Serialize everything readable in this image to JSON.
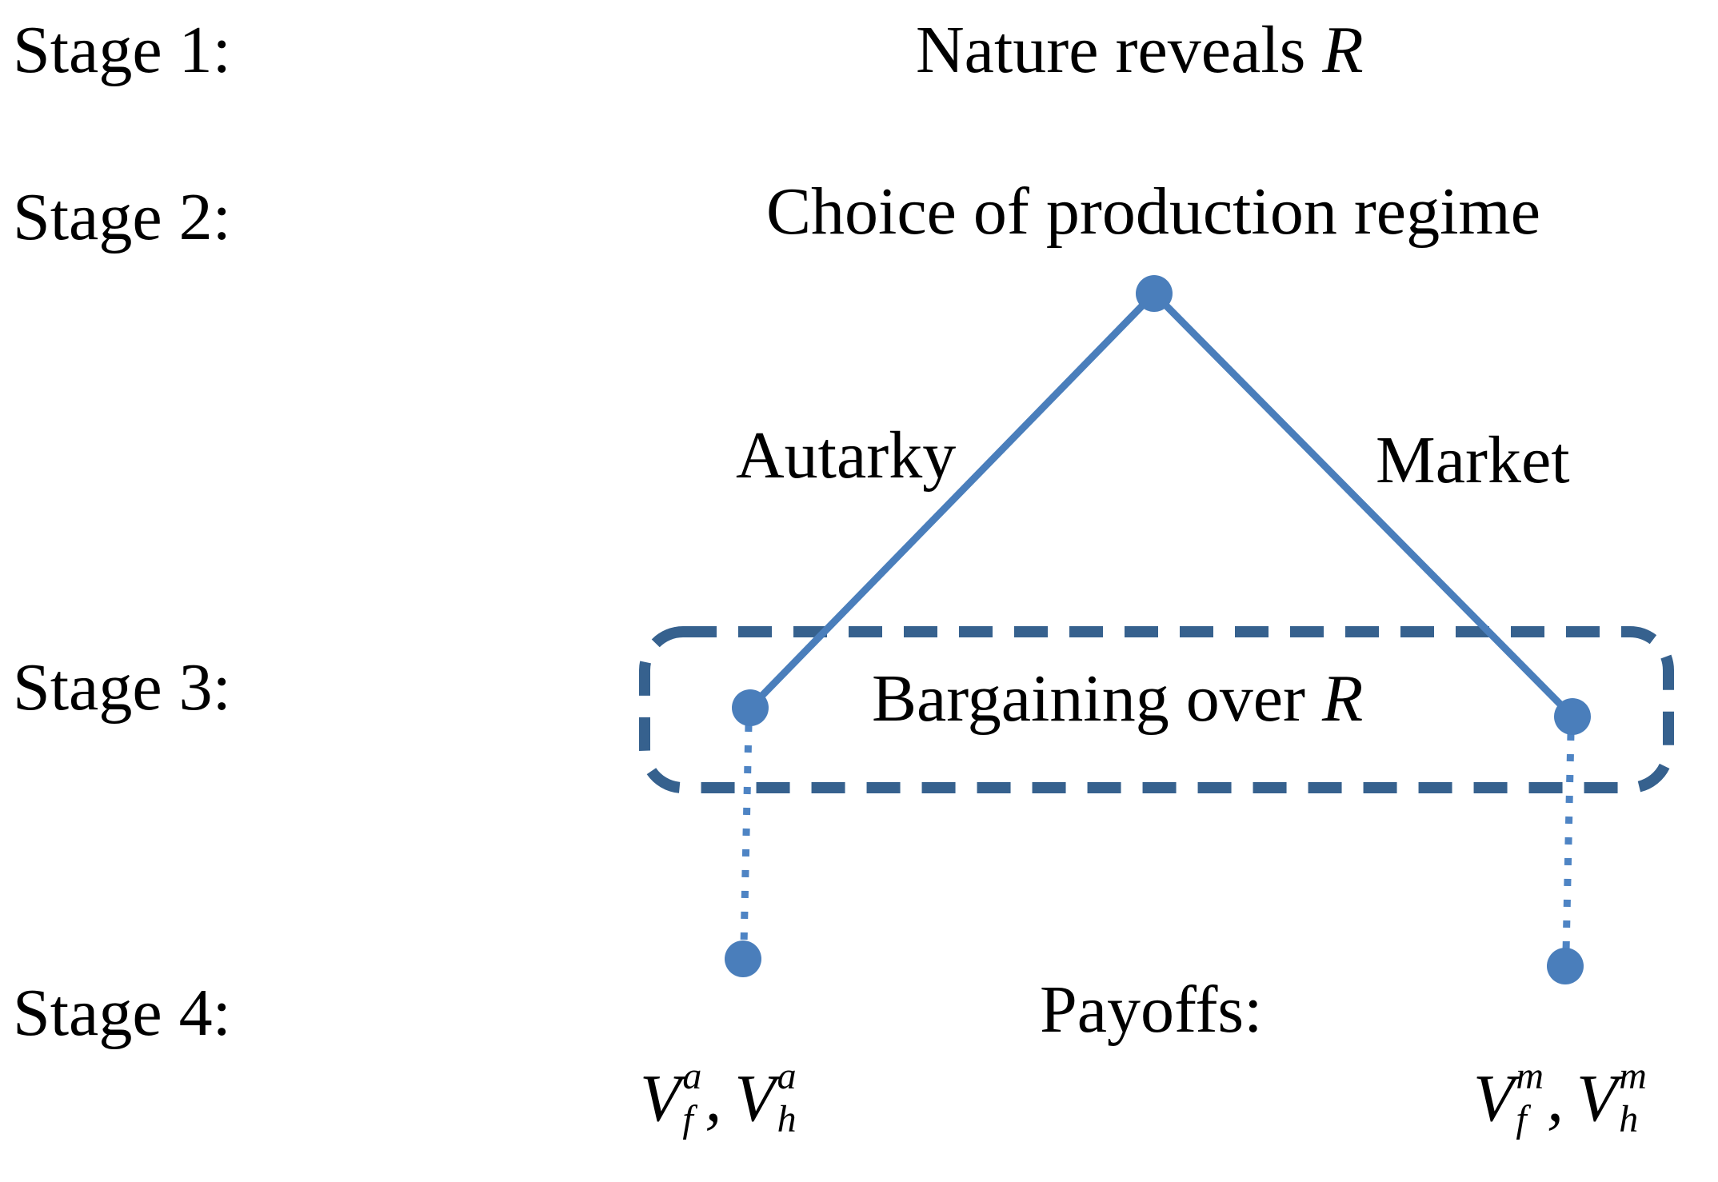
{
  "colors": {
    "node": "#4A7EBB",
    "branch": "#4A7EBB",
    "dotted": "#4E84C4",
    "dashed_box": "#36618E"
  },
  "labels": {
    "stage1": "Stage 1:",
    "stage2": "Stage 2:",
    "stage3": "Stage 3:",
    "stage4": "Stage 4:"
  },
  "stage1": {
    "event_prefix": "Nature reveals ",
    "event_var": "R"
  },
  "stage2": {
    "event": "Choice of production regime",
    "branch_left": "Autarky",
    "branch_right": "Market"
  },
  "stage3": {
    "event_prefix": "Bargaining over ",
    "event_var": "R"
  },
  "stage4": {
    "event": "Payoffs:",
    "payoff_left": {
      "base1": "V",
      "sup1": "a",
      "sub1": "f",
      "comma": ",",
      "base2": "V",
      "sup2": "a",
      "sub2": "h"
    },
    "payoff_right": {
      "base1": "V",
      "sup1": "m",
      "sub1": "f",
      "comma": ",",
      "base2": "V",
      "sup2": "m",
      "sub2": "h"
    }
  }
}
